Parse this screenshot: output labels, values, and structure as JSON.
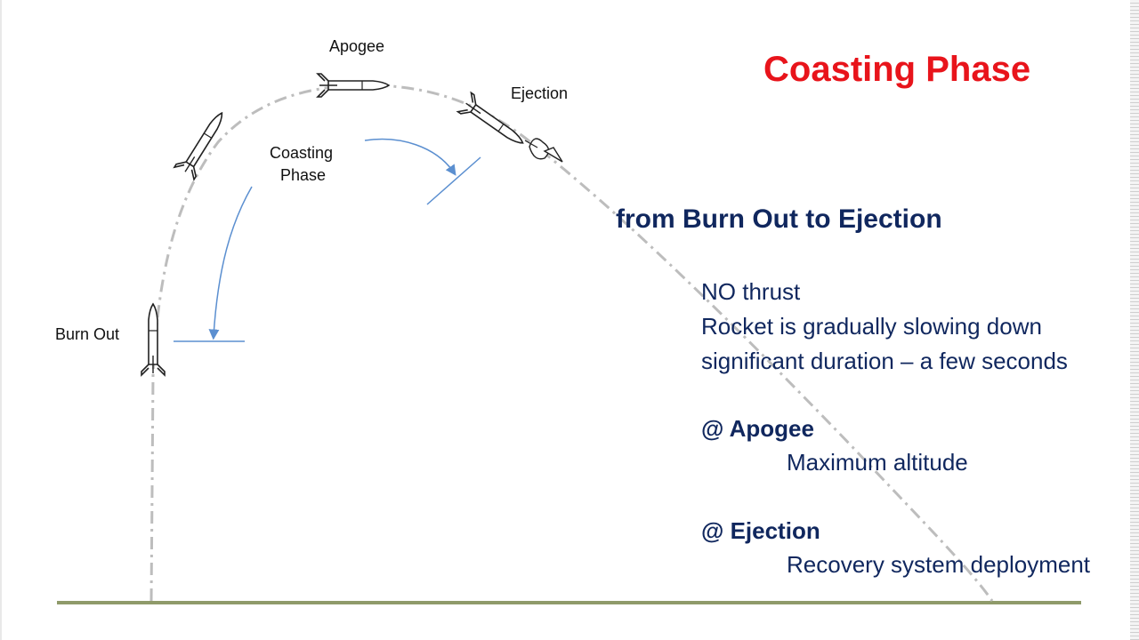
{
  "title": "Coasting Phase",
  "subtitle": "from Burn Out to Ejection",
  "labels": {
    "apogee": "Apogee",
    "ejection": "Ejection",
    "coasting_line1": "Coasting",
    "coasting_line2": "Phase",
    "burn_out": "Burn Out"
  },
  "bullets": [
    "NO thrust",
    "Rocket is gradually slowing down",
    "significant duration – a few seconds"
  ],
  "apogee_section": {
    "heading": "@ Apogee",
    "detail": "Maximum altitude"
  },
  "ejection_section": {
    "heading": "@ Ejection",
    "detail": "Recovery system deployment"
  },
  "colors": {
    "title": "#e8141b",
    "text": "#10275e",
    "trajectory": "#bdbdbd",
    "arrow": "#5b8fd0",
    "ground": "#8f9a6a"
  },
  "icons": [
    "rocket-icon",
    "arc-arrow-icon"
  ]
}
